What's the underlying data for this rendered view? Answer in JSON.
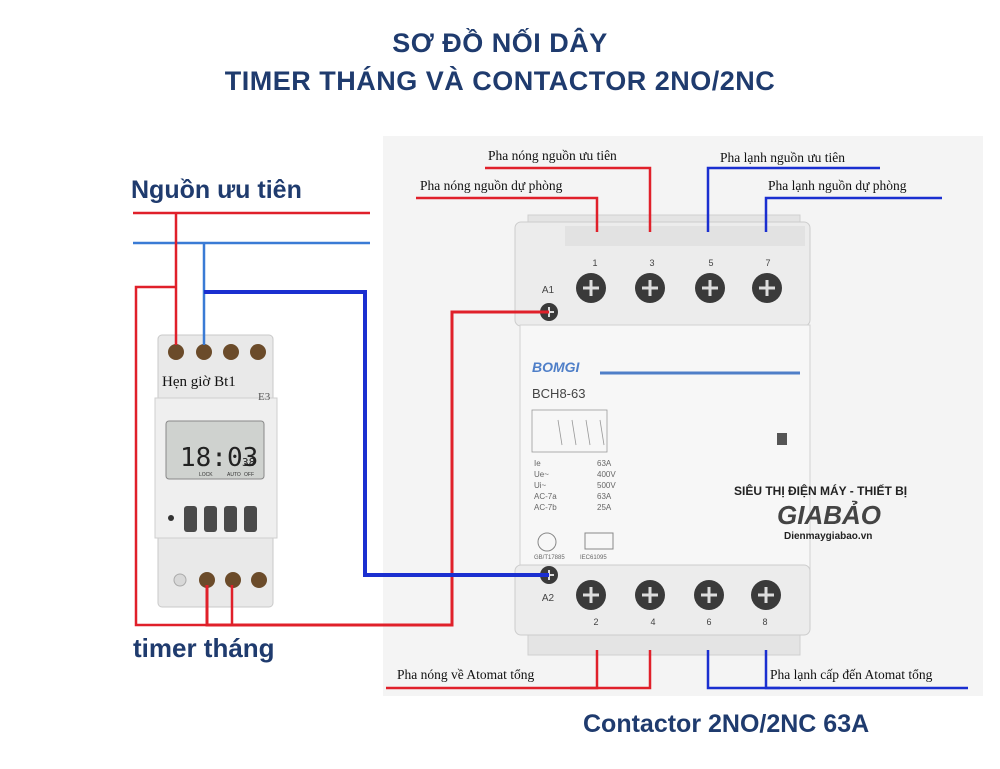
{
  "title": {
    "line1": "SƠ ĐỒ NỐI DÂY",
    "line2": "TIMER THÁNG VÀ CONTACTOR 2NO/2NC"
  },
  "labels": {
    "priority_source": "Nguồn ưu tiên",
    "timer": "timer tháng",
    "contactor": "Contactor 2NO/2NC 63A",
    "hot_priority": "Pha nóng nguồn ưu tiên",
    "hot_backup": "Pha nóng nguồn dự phòng",
    "cold_priority": "Pha lạnh nguồn ưu tiên",
    "cold_backup": "Pha lạnh nguồn dự phòng",
    "hot_to_breaker": "Pha nóng về Atomat tổng",
    "cold_to_breaker": "Pha lạnh cấp đến Atomat tổng"
  },
  "timer_device": {
    "label": "Hẹn giờ Bt1",
    "time": "18:03",
    "seconds": "38",
    "side_text": "E3",
    "buttons": [
      "LOCK",
      "AUTO",
      "OFF"
    ]
  },
  "contactor_device": {
    "brand": "BOMGI",
    "model": "BCH8-63",
    "top_terminals": [
      "1",
      "3",
      "5",
      "7"
    ],
    "bottom_terminals": [
      "2",
      "4",
      "6",
      "8"
    ],
    "a1": "A1",
    "a2": "A2",
    "spec_keys": [
      "Ie",
      "Ue~",
      "Ui~",
      "AC-7a",
      "AC-7b"
    ],
    "spec_values": [
      "63A",
      "400V",
      "500V",
      "63A",
      "25A"
    ],
    "standards": [
      "GB/T17885",
      "IEC61095"
    ]
  },
  "watermark": {
    "line1": "SIÊU THỊ ĐIỆN MÁY - THIẾT BỊ",
    "logo": "GIABẢO",
    "site": "Dienmaygiabao.vn"
  },
  "colors": {
    "title": "#1f3b6e",
    "hot_wire": "#e0202a",
    "cold_wire": "#1a2fd0",
    "timer_wire_blue": "#3a7bd5"
  }
}
